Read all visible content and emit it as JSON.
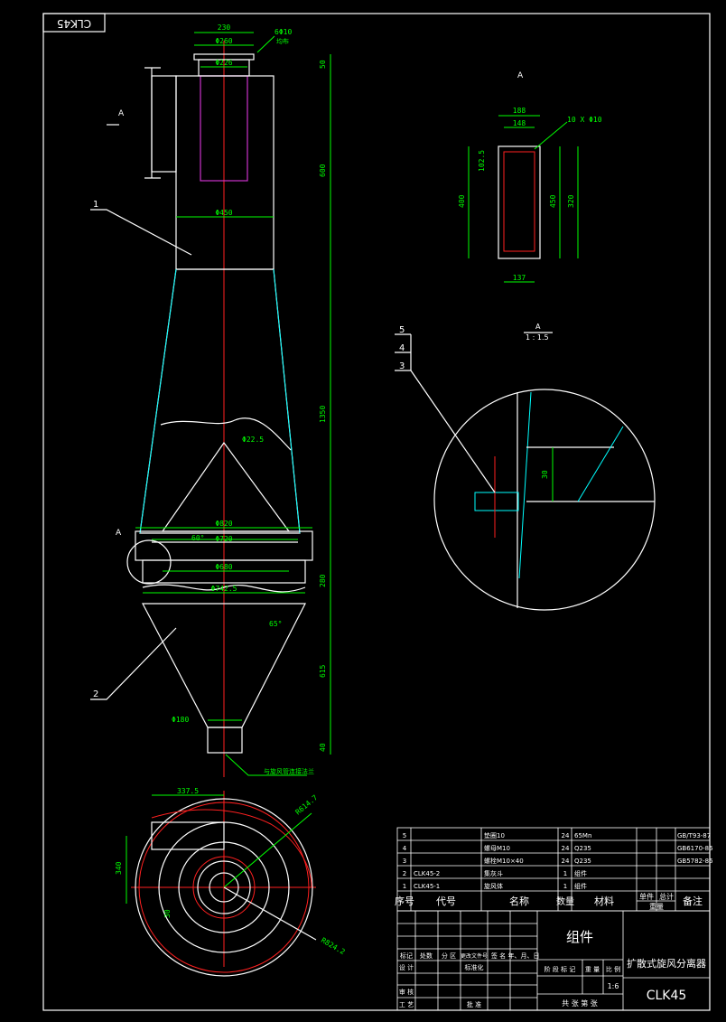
{
  "drawing": {
    "stamp_code": "CLK45",
    "section_label": "A",
    "view_label": "A",
    "view_scale": "1 : 1.5",
    "leader_labels": [
      "1",
      "2",
      "3",
      "4",
      "5"
    ],
    "note_bottom": "与旋风管连接法兰"
  },
  "dimensions": {
    "d1": "230",
    "d2": "Φ260",
    "d3": "Φ226",
    "d4": "6Φ10",
    "d4b": "均布",
    "d5": "50",
    "d6": "600",
    "d7": "Φ450",
    "d8": "1350",
    "d9": "Φ22.5",
    "d10": "Φ820",
    "d11": "60°",
    "d12": "Φ720",
    "d13": "Φ680",
    "d14": "Φ742.5",
    "d15": "280",
    "d16": "65°",
    "d17": "615",
    "d18": "Φ180",
    "d19": "40",
    "d20": "337.5",
    "d21": "R614.7",
    "d22": "R824.2",
    "d23": "340",
    "d24": "30",
    "a1": "188",
    "a2": "148",
    "a3": "10 X Φ10",
    "a4": "102.5",
    "a5": "400",
    "a6": "450",
    "a7": "320",
    "a8": "137",
    "s1": "30"
  },
  "parts_table": {
    "rows": [
      {
        "no": "5",
        "code": "",
        "name": "垫圈10",
        "qty": "24",
        "material": "65Mn",
        "weight": "",
        "note": "GB/T93-87"
      },
      {
        "no": "4",
        "code": "",
        "name": "螺母M10",
        "qty": "24",
        "material": "Q235",
        "weight": "",
        "note": "GB6170-86"
      },
      {
        "no": "3",
        "code": "",
        "name": "螺栓M10×40",
        "qty": "24",
        "material": "Q235",
        "weight": "",
        "note": "GB5782-86"
      },
      {
        "no": "2",
        "code": "CLK45-2",
        "name": "集灰斗",
        "qty": "1",
        "material": "组件",
        "weight": "",
        "note": ""
      },
      {
        "no": "1",
        "code": "CLK45-1",
        "name": "旋风体",
        "qty": "1",
        "material": "组件",
        "weight": "",
        "note": ""
      }
    ],
    "header": {
      "no": "序号",
      "code": "代号",
      "name": "名称",
      "qty": "数量",
      "material": "材料",
      "single": "单件",
      "total": "总计",
      "weight": "重量",
      "note": "备注"
    }
  },
  "title_block": {
    "assembly": "组件",
    "product_name": "扩散式旋风分离器",
    "drawing_no": "CLK45",
    "scale": "1:6",
    "marks": "标记",
    "count": "处数",
    "zone": "分 区",
    "change_doc": "更改文件号",
    "sign": "签 名",
    "date": "年、月、日",
    "design": "设 计",
    "standardize": "标准化",
    "stage_mark": "阶 段 标 记",
    "weight": "重 量",
    "ratio": "比 例",
    "check": "审 核",
    "process": "工 艺",
    "approve": "批 准",
    "sheets": "共    张  第    张"
  }
}
